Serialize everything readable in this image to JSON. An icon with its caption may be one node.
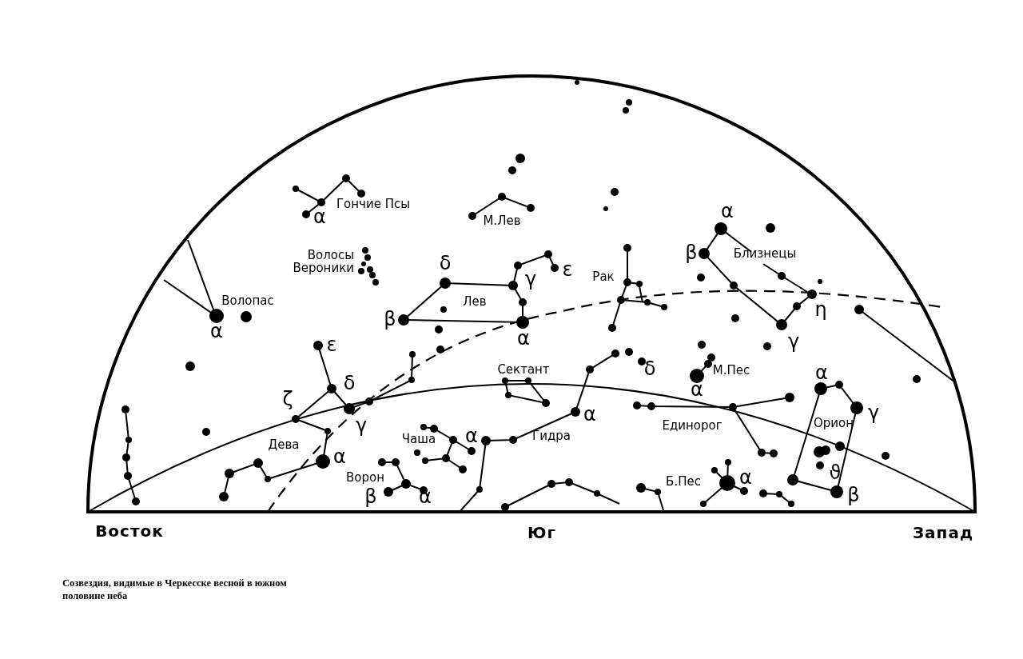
{
  "diagram": {
    "caption": "Созвездия, видимые в Черкесске весной в южном половине неба",
    "labels": [
      "α",
      "α",
      "Гончие Псы",
      "М.Лев",
      "Волосы Вероники",
      "β",
      "Близнецы",
      "δ",
      "ε",
      "γ",
      "Рак",
      "Лев",
      "Волопас",
      "η",
      "β",
      "α",
      "α",
      "γ",
      "ε",
      "δ",
      "Сектант",
      "М.Пес",
      "α",
      "δ",
      "α",
      "ζ",
      "γ",
      "α",
      "Единорог",
      "Орион",
      "γ",
      "Гидра",
      "α",
      "Чаша",
      "Дева",
      "α",
      "ϑ",
      "α",
      "Ворон",
      "Б.Пес",
      "β",
      "α",
      "β",
      "Восток",
      "Юг",
      "Запад"
    ]
  }
}
